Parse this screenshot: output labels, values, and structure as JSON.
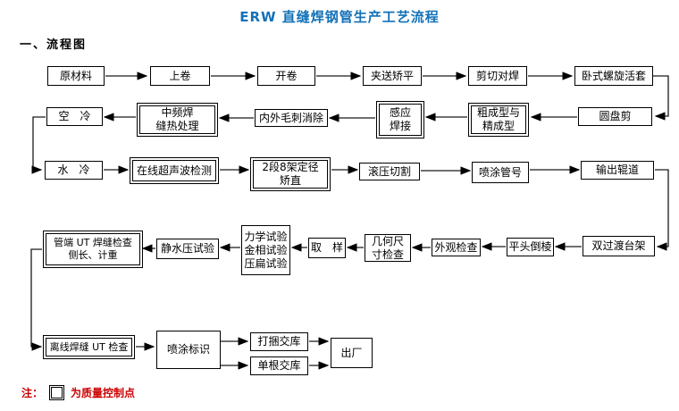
{
  "title": "ERW 直缝焊钢管生产工艺流程",
  "section_heading": "一、流程图",
  "colors": {
    "title_blue": "#1271b8",
    "note_red": "#cc0000",
    "box_border": "#000000",
    "background": "#ffffff"
  },
  "flow": {
    "nodes": {
      "raw_material": {
        "label": "原材料",
        "quality_control": false
      },
      "load_coil": {
        "label": "上卷",
        "quality_control": false
      },
      "uncoil": {
        "label": "开卷",
        "quality_control": false
      },
      "pinch_leveling": {
        "label": "夹送矫平",
        "quality_control": false
      },
      "shear_butt_weld": {
        "label": "剪切对焊",
        "quality_control": false
      },
      "horizontal_spiral_looper": {
        "label": "卧式螺旋活套",
        "quality_control": false
      },
      "disc_shear": {
        "label": "圆盘剪",
        "quality_control": false
      },
      "rough_fine_forming": {
        "label": "粗成型与\n精成型",
        "quality_control": true
      },
      "induction_welding": {
        "label": "感应\n焊接",
        "quality_control": true
      },
      "burr_removal": {
        "label": "内外毛刺消除",
        "quality_control": false
      },
      "mf_seam_heat_treatment": {
        "label": "中频焊\n缝热处理",
        "quality_control": true
      },
      "air_cooling": {
        "label": "空　冷",
        "quality_control": false
      },
      "water_cooling": {
        "label": "水　冷",
        "quality_control": false
      },
      "online_ultrasonic_test": {
        "label": "在线超声波检测",
        "quality_control": true
      },
      "sizing_straightening": {
        "label": "2段8架定径\n矫直",
        "quality_control": true
      },
      "roll_cutting": {
        "label": "滚压切割",
        "quality_control": false
      },
      "spray_pipe_number": {
        "label": "喷涂管号",
        "quality_control": false
      },
      "output_roller_table": {
        "label": "输出辊道",
        "quality_control": false
      },
      "double_transition_rack": {
        "label": "双过渡台架",
        "quality_control": false
      },
      "facing_beveling": {
        "label": "平头倒棱",
        "quality_control": false
      },
      "visual_inspection": {
        "label": "外观检查",
        "quality_control": false
      },
      "geometric_dimension_check": {
        "label": "几何尺\n寸检查",
        "quality_control": false
      },
      "sampling": {
        "label": "取　样",
        "quality_control": false
      },
      "lab_tests": {
        "label": "力学试验\n金相试验\n压扁试验",
        "quality_control": false
      },
      "hydrostatic_test": {
        "label": "静水压试验",
        "quality_control": false
      },
      "pipe_end_ut_check": {
        "label": "管端 UT 焊缝检查\n侧长、计重",
        "quality_control": true
      },
      "offline_seam_ut_check": {
        "label": "离线焊缝 UT 检查",
        "quality_control": true
      },
      "spray_marking": {
        "label": "喷涂标识",
        "quality_control": false
      },
      "bundling_storage": {
        "label": "打捆交库",
        "quality_control": false
      },
      "single_storage": {
        "label": "单根交库",
        "quality_control": false
      },
      "delivery": {
        "label": "出厂",
        "quality_control": false
      }
    }
  },
  "legend": {
    "prefix": "注：",
    "square_icon": "double-border-square",
    "text": "为质量控制点"
  }
}
